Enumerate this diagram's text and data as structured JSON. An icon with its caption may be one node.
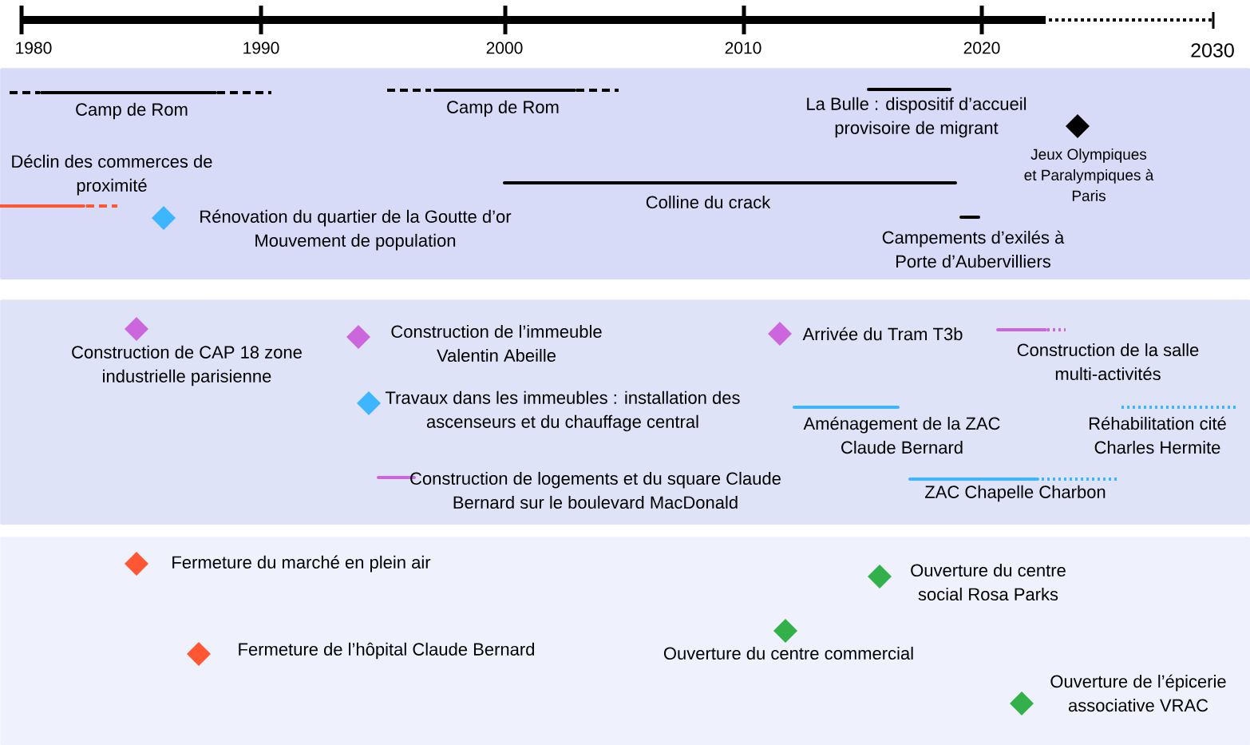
{
  "diagram": {
    "nodes": [
      {
        "text": [],
        "shape": "band"
      },
      {
        "text": [
          "Camp de Rom"
        ],
        "in": 0
      },
      {
        "text": [
          "Camp de Rom"
        ],
        "in": 0
      },
      {
        "text": [
          "La Bulle : dispositif d’accueil provisoire de migrant"
        ],
        "in": 0
      },
      {
        "text": [
          "Jeux Olympiques et Paralympiques à Paris"
        ],
        "in": 0
      },
      {
        "text": [
          "Déclin des commerces de proximité"
        ],
        "in": 0
      },
      {
        "text": [
          "Colline du crack"
        ],
        "in": 0
      },
      {
        "text": [
          "Rénovation du quartier de la Goutte d’or Mouvement de population"
        ],
        "in": 0
      },
      {
        "text": [
          "Campements d’exilés à Porte d’Aubervilliers"
        ],
        "in": 0
      },
      {
        "text": [],
        "shape": "band"
      },
      {
        "text": [
          "Construction de CAP 18 zone industrielle parisienne"
        ],
        "in": 9
      },
      {
        "text": [
          "Construction de l’immeuble Valentin Abeille"
        ],
        "in": 9
      },
      {
        "text": [
          "Arrivée du Tram T3b"
        ],
        "in": 9
      },
      {
        "text": [
          "Construction de la salle multi-activités"
        ],
        "in": 9
      },
      {
        "text": [
          "Travaux dans les immeubles : installation des ascenseurs et du chauffage central"
        ],
        "in": 9
      },
      {
        "text": [
          "Aménagement de la ZAC Claude Bernard"
        ],
        "in": 9
      },
      {
        "text": [
          "Réhabilitation cité Charles Hermite"
        ],
        "in": 9
      },
      {
        "text": [
          "Construction de logements et du square Claude Bernard sur le boulevard MacDonald"
        ],
        "in": 9
      },
      {
        "text": [
          "ZAC Chapelle Charbon"
        ],
        "in": 9
      },
      {
        "text": [],
        "shape": "band"
      },
      {
        "text": [
          "Fermeture du marché en plein air"
        ],
        "in": 19
      },
      {
        "text": [
          "Ouverture du centre social Rosa Parks"
        ],
        "in": 19
      },
      {
        "text": [
          "Fermeture de l’hôpital Claude Bernard"
        ],
        "in": 19
      },
      {
        "text": [
          "Ouverture du centre commercial"
        ],
        "in": 19
      },
      {
        "text": [
          "Ouverture de l’épicerie associative VRAC"
        ],
        "in": 19
      }
    ],
    "labels": [
      "1980",
      "1990",
      "2000",
      "2010",
      "2020",
      "2030"
    ]
  }
}
